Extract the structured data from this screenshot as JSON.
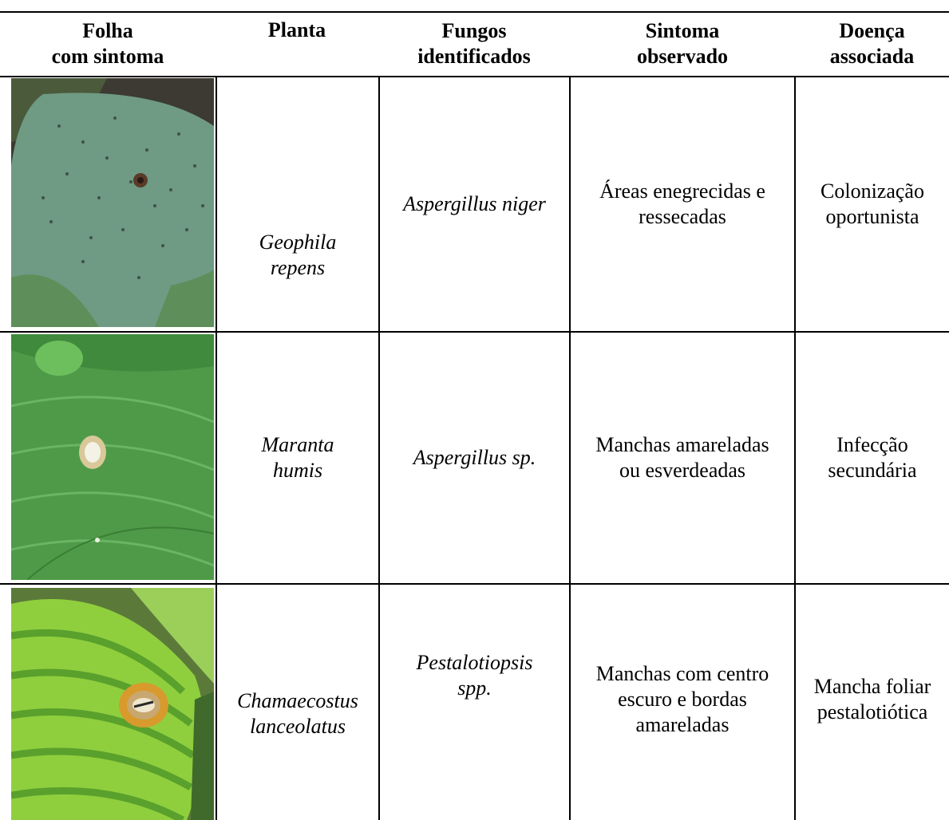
{
  "header": {
    "col1_line1": "Folha",
    "col1_line2": "com sintoma",
    "col2": "Planta",
    "col3_line1": "Fungos",
    "col3_line2": "identificados",
    "col4_line1": "Sintoma",
    "col4_line2": "observado",
    "col5_line1": "Doença",
    "col5_line2": "associada"
  },
  "rows": [
    {
      "plant_line1": "Geophila",
      "plant_line2": "repens",
      "fungus_line1": "Aspergillus niger",
      "symptom_line1": "Áreas enegrecidas e",
      "symptom_line2": "ressecadas",
      "disease_line1": "Colonização",
      "disease_line2": "oportunista",
      "photo_icon": "leaf-photo-dark-spots"
    },
    {
      "plant_line1": "Maranta",
      "plant_line2": "humis",
      "fungus_line1": "Aspergillus sp.",
      "symptom_line1": "Manchas amareladas",
      "symptom_line2": "ou esverdeadas",
      "disease_line1": "Infecção",
      "disease_line2": "secundária",
      "photo_icon": "leaf-photo-white-lesion"
    },
    {
      "plant_line1": "Chamaecostus",
      "plant_line2": "lanceolatus",
      "fungus_line1": "Pestalotiopsis",
      "fungus_line2": "spp.",
      "symptom_line1": "Manchas com centro",
      "symptom_line2": "escuro e bordas",
      "symptom_line3": "amareladas",
      "disease_line1": "Mancha foliar",
      "disease_line2": "pestalotiótica",
      "photo_icon": "leaf-photo-orange-lesion"
    }
  ]
}
